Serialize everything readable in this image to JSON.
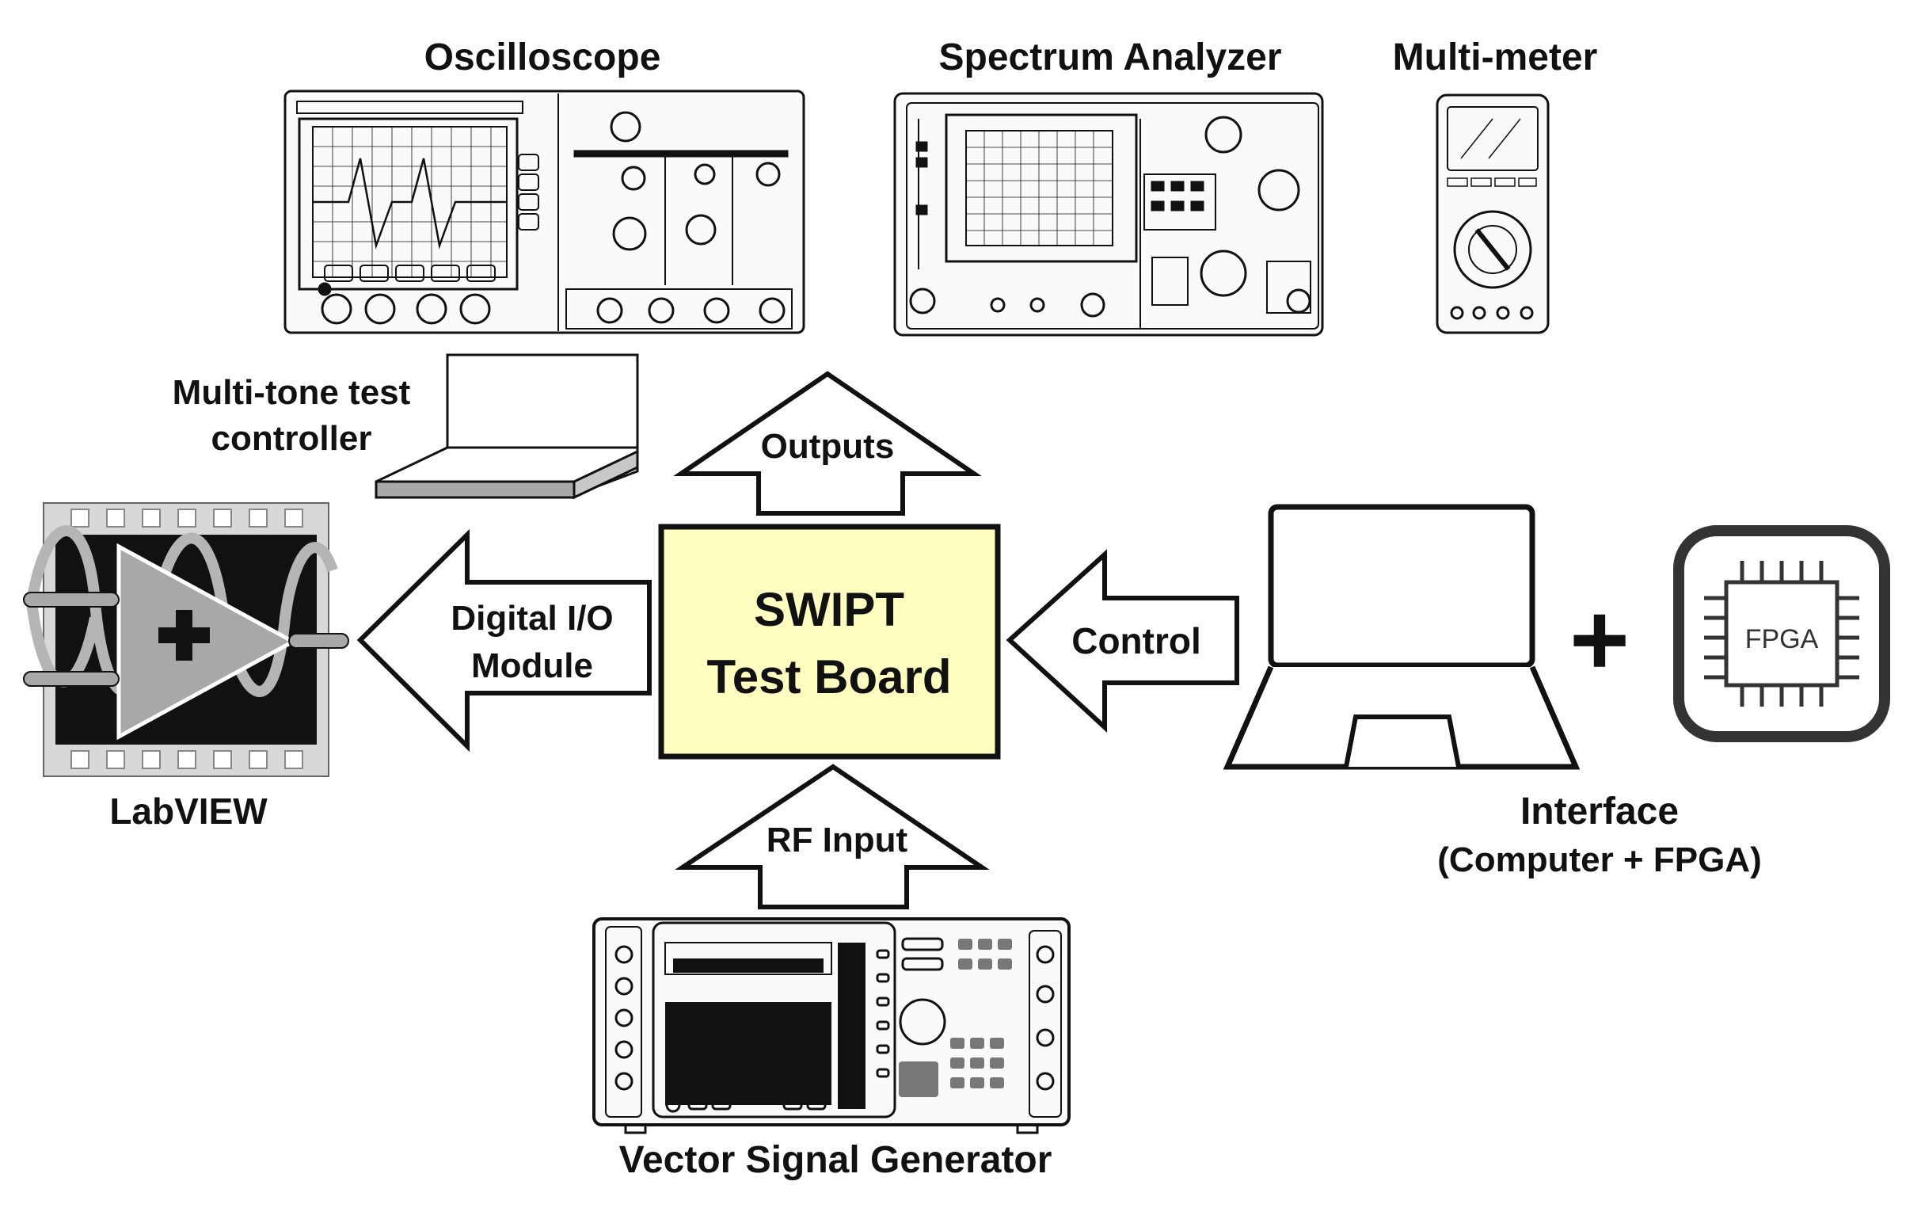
{
  "labels": {
    "oscilloscope": "Oscilloscope",
    "spectrum_analyzer": "Spectrum Analyzer",
    "multimeter": "Multi-meter",
    "controller_line1": "Multi-tone test",
    "controller_line2": "controller",
    "labview": "LabVIEW",
    "outputs": "Outputs",
    "digital_io_line1": "Digital I/O",
    "digital_io_line2": "Module",
    "board_line1": "SWIPT",
    "board_line2": "Test Board",
    "control": "Control",
    "rf_input": "RF Input",
    "interface_line1": "Interface",
    "interface_line2": "(Computer + FPGA)",
    "plus": "+",
    "fpga": "FPGA",
    "vsg": "Vector Signal Generator"
  },
  "colors": {
    "board_fill": "#ffffc0",
    "stroke": "#111111",
    "labview_gray": "#9a9a9a"
  }
}
